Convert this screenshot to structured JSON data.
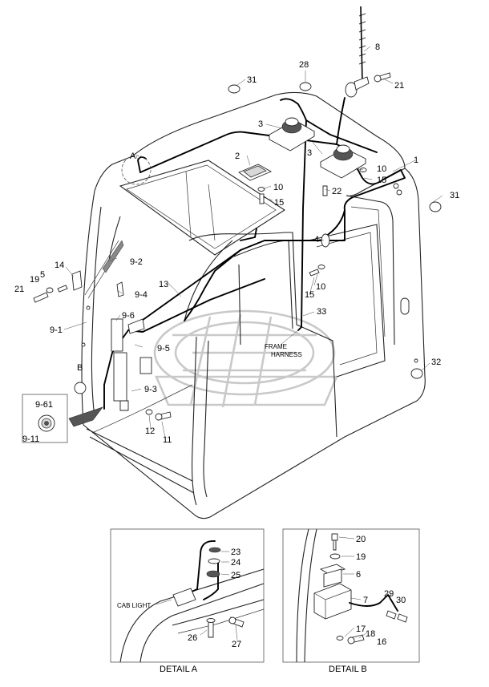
{
  "callouts": [
    {
      "id": "c-8",
      "text": "8"
    },
    {
      "id": "c-28",
      "text": "28"
    },
    {
      "id": "c-31a",
      "text": "31"
    },
    {
      "id": "c-21a",
      "text": "21"
    },
    {
      "id": "c-3a",
      "text": "3"
    },
    {
      "id": "c-3b",
      "text": "3"
    },
    {
      "id": "c-1",
      "text": "1"
    },
    {
      "id": "c-2",
      "text": "2"
    },
    {
      "id": "c-10a",
      "text": "10"
    },
    {
      "id": "c-15a",
      "text": "15"
    },
    {
      "id": "c-10b",
      "text": "10"
    },
    {
      "id": "c-15b",
      "text": "15"
    },
    {
      "id": "c-22",
      "text": "22"
    },
    {
      "id": "c-31b",
      "text": "31"
    },
    {
      "id": "c-A",
      "text": "A"
    },
    {
      "id": "c-4",
      "text": "4"
    },
    {
      "id": "c-10c",
      "text": "10"
    },
    {
      "id": "c-15c",
      "text": "15"
    },
    {
      "id": "c-33",
      "text": "33"
    },
    {
      "id": "c-14",
      "text": "14"
    },
    {
      "id": "c-9-2",
      "text": "9-2"
    },
    {
      "id": "c-21b",
      "text": "21"
    },
    {
      "id": "c-19a",
      "text": "19"
    },
    {
      "id": "c-5",
      "text": "5"
    },
    {
      "id": "c-13",
      "text": "13"
    },
    {
      "id": "c-9-4",
      "text": "9-4"
    },
    {
      "id": "c-9-6",
      "text": "9-6"
    },
    {
      "id": "c-9-1",
      "text": "9-1"
    },
    {
      "id": "c-9-5",
      "text": "9-5"
    },
    {
      "id": "c-B",
      "text": "B"
    },
    {
      "id": "c-9-3",
      "text": "9-3"
    },
    {
      "id": "c-9-61",
      "text": "9-61"
    },
    {
      "id": "c-9-11",
      "text": "9-11"
    },
    {
      "id": "c-12",
      "text": "12"
    },
    {
      "id": "c-11",
      "text": "11"
    },
    {
      "id": "c-32",
      "text": "32"
    },
    {
      "id": "c-23",
      "text": "23"
    },
    {
      "id": "c-24",
      "text": "24"
    },
    {
      "id": "c-25",
      "text": "25"
    },
    {
      "id": "c-26",
      "text": "26"
    },
    {
      "id": "c-27",
      "text": "27"
    },
    {
      "id": "c-20",
      "text": "20"
    },
    {
      "id": "c-19b",
      "text": "19"
    },
    {
      "id": "c-6",
      "text": "6"
    },
    {
      "id": "c-7",
      "text": "7"
    },
    {
      "id": "c-29",
      "text": "29"
    },
    {
      "id": "c-30",
      "text": "30"
    },
    {
      "id": "c-17",
      "text": "17"
    },
    {
      "id": "c-18",
      "text": "18"
    },
    {
      "id": "c-16",
      "text": "16"
    }
  ],
  "labels": {
    "frame_harness_line1": "FRAME",
    "frame_harness_line2": "HARNESS",
    "cab_light": "CAB LIGHT",
    "detail_a": "DETAIL A",
    "detail_b": "DETAIL B"
  }
}
